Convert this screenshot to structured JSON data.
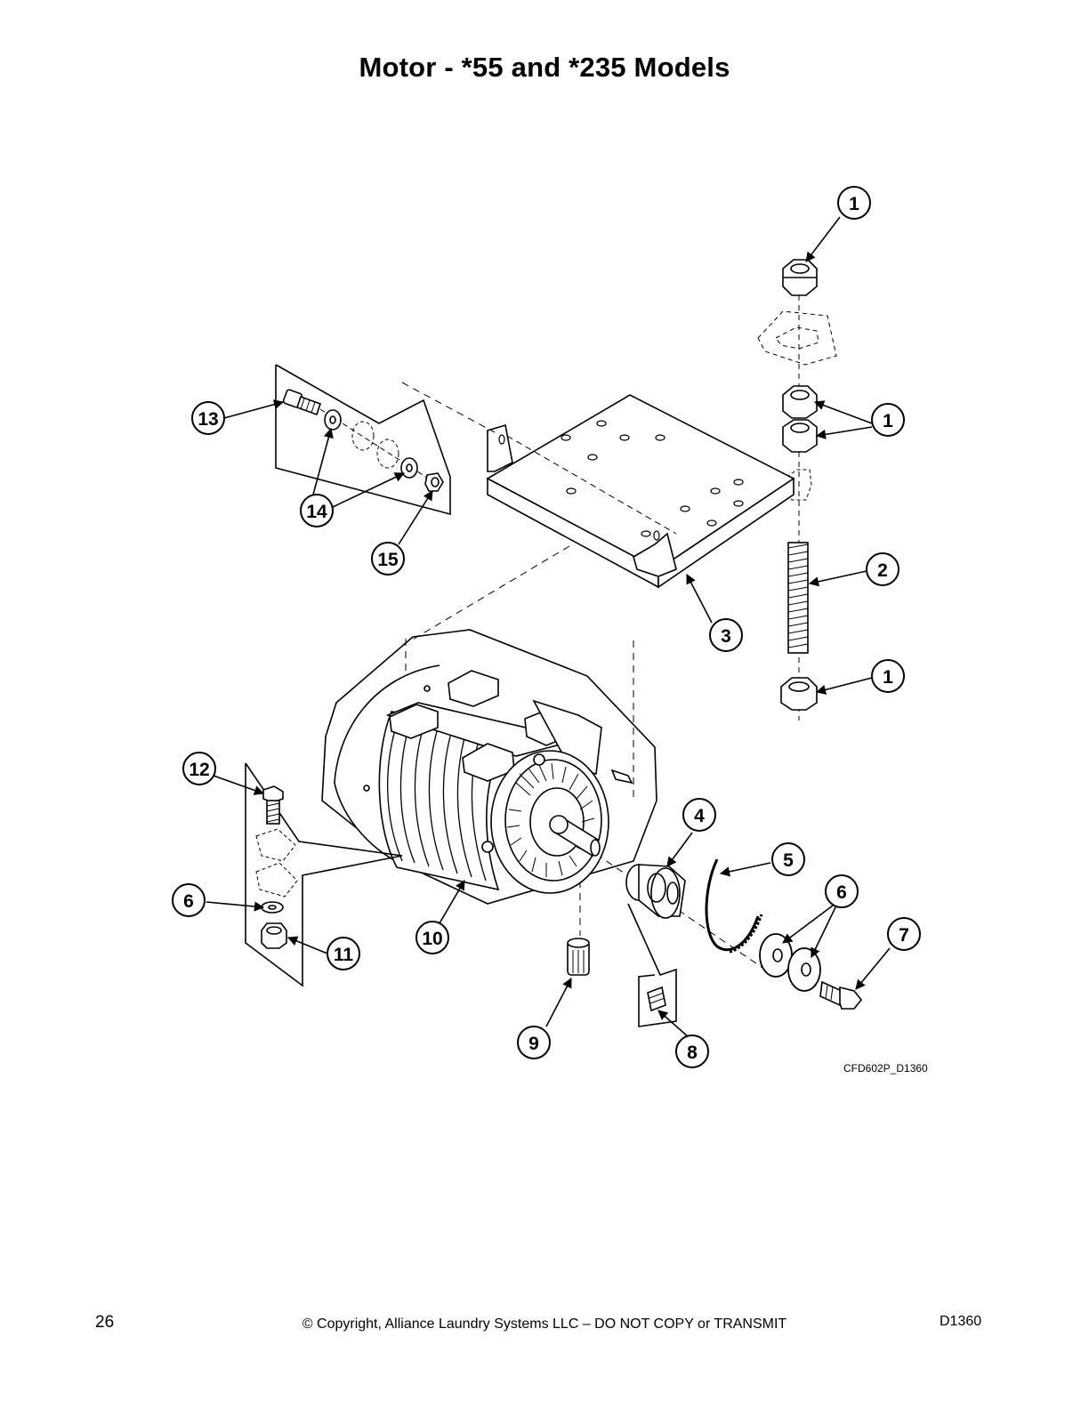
{
  "page": {
    "title": "Motor - *55 and *235 Models",
    "figure_id": "CFD602P_D1360",
    "page_number": "26",
    "copyright": "© Copyright, Alliance Laundry Systems LLC – DO NOT COPY or TRANSMIT",
    "doc_id": "D1360"
  },
  "callouts": [
    {
      "id": "c1a",
      "label": "1"
    },
    {
      "id": "c1b",
      "label": "1"
    },
    {
      "id": "c1c",
      "label": "1"
    },
    {
      "id": "c2",
      "label": "2"
    },
    {
      "id": "c3",
      "label": "3"
    },
    {
      "id": "c4",
      "label": "4"
    },
    {
      "id": "c5",
      "label": "5"
    },
    {
      "id": "c6a",
      "label": "6"
    },
    {
      "id": "c6b",
      "label": "6"
    },
    {
      "id": "c7",
      "label": "7"
    },
    {
      "id": "c8",
      "label": "8"
    },
    {
      "id": "c9",
      "label": "9"
    },
    {
      "id": "c10",
      "label": "10"
    },
    {
      "id": "c11",
      "label": "11"
    },
    {
      "id": "c12",
      "label": "12"
    },
    {
      "id": "c13",
      "label": "13"
    },
    {
      "id": "c14",
      "label": "14"
    },
    {
      "id": "c15",
      "label": "15"
    }
  ]
}
